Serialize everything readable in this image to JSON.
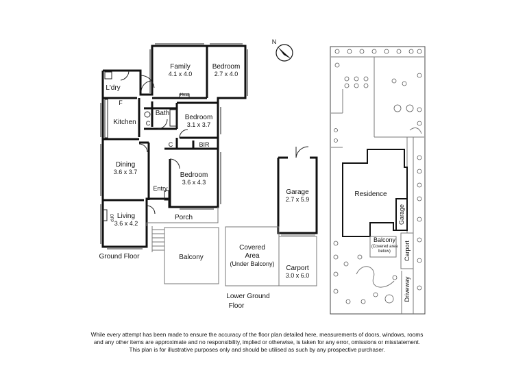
{
  "compass": {
    "north_label": "N"
  },
  "rooms": {
    "family": {
      "name": "Family",
      "dims": "4.1 x 4.0"
    },
    "bedroom1": {
      "name": "Bedroom",
      "dims": "2.7 x 4.0"
    },
    "laundry": {
      "name": "L'dry"
    },
    "heat": {
      "name": "Heat"
    },
    "kitchen": {
      "name": "Kitchen"
    },
    "fridge": {
      "name": "F"
    },
    "bath": {
      "name": "Bath"
    },
    "cupboard1": {
      "name": "C"
    },
    "bedroom2": {
      "name": "Bedroom",
      "dims": "3.1 x 3.7"
    },
    "cupboard2": {
      "name": "C"
    },
    "bir": {
      "name": "BIR"
    },
    "dining": {
      "name": "Dining",
      "dims": "3.6 x 3.7"
    },
    "bedroom3": {
      "name": "Bedroom",
      "dims": "3.6 x 4.3"
    },
    "entry": {
      "name": "Entry"
    },
    "living": {
      "name": "Living",
      "dims": "3.6 x 4.2"
    },
    "ofp": {
      "name": "OFP"
    },
    "porch": {
      "name": "Porch"
    },
    "balcony": {
      "name": "Balcony"
    },
    "garage": {
      "name": "Garage",
      "dims": "2.7 x 5.9"
    },
    "covered_area": {
      "line1": "Covered",
      "line2": "Area",
      "line3": "(Under Balcony)"
    },
    "carport": {
      "name": "Carport",
      "dims": "3.0 x 6.0"
    }
  },
  "floor_labels": {
    "ground": "Ground Floor",
    "lower_line1": "Lower Ground",
    "lower_line2": "Floor"
  },
  "site_plan": {
    "residence": "Residence",
    "garage": "Garage",
    "balcony": "Balcony",
    "balcony_note_line1": "(Covered area",
    "balcony_note_line2": "below)",
    "carport": "Carport",
    "driveway": "Driveway"
  },
  "disclaimer": {
    "line1": "While every attempt has been made to ensure the accuracy of the floor plan detailed here, measurements of doors, windows, rooms",
    "line2": "and any other items are approximate and no responsibility, implied or otherwise, is taken for any error, omissions or misstatement.",
    "line3": "This plan is for illustrative purposes only and should be utilised as such by any prospective purchaser."
  }
}
